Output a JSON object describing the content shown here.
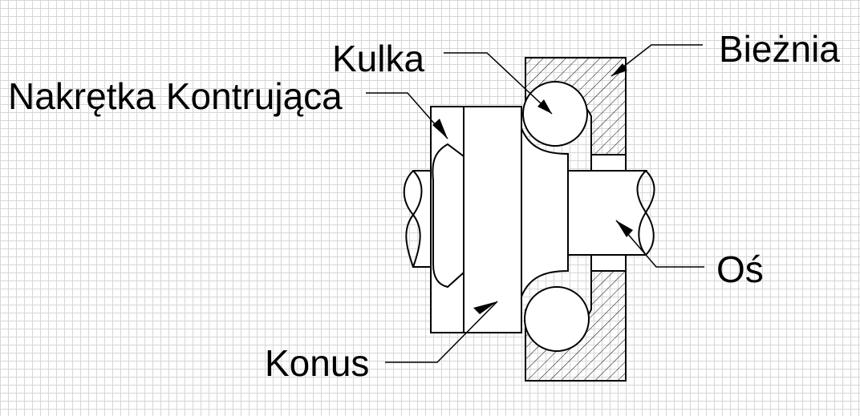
{
  "labels": {
    "kulka": "Kulka",
    "nakretka": "Nakrętka Kontrująca",
    "bieznia": "Bieżnia",
    "os": "Oś",
    "konus": "Konus"
  },
  "colors": {
    "line": "#000000",
    "grid": "#d6d6d6",
    "background": "#ffffff"
  }
}
